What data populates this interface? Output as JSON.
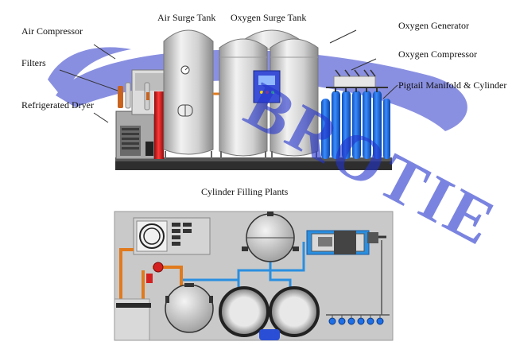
{
  "labels": {
    "air_compressor": "Air Compressor",
    "filters": "Filters",
    "refrigerated_dryer": "Refrigerated Dryer",
    "air_surge_tank": "Air Surge Tank",
    "oxygen_surge_tank": "Oxygen Surge Tank",
    "oxygen_generator": "Oxygen Generator",
    "oxygen_compressor": "Oxygen Compressor",
    "pigtail_manifold": "Pigtail Manifold & Cylinder"
  },
  "caption": "Cylinder Filling Plants",
  "watermark": "BROTIE",
  "colors": {
    "watermark": "#2233cc",
    "cylinder_blue": "#1e6fe6",
    "panel_blue": "#3a4fd6",
    "pipe_orange": "#e07a1c",
    "pipe_blue": "#2a8fe0",
    "filter_red": "#d42020",
    "tank_grey": "#d8d8d8",
    "base_dark": "#333333"
  }
}
